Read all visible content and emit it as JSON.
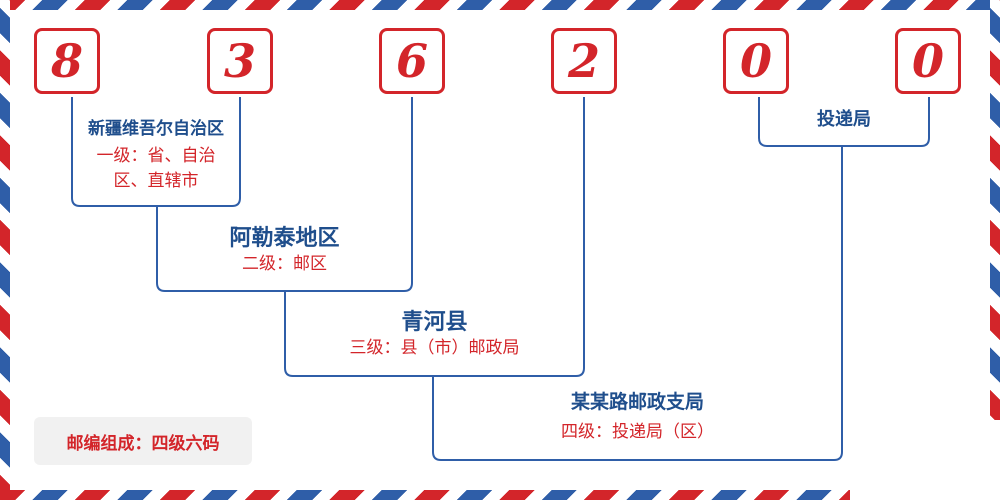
{
  "postcode_digits": [
    "8",
    "3",
    "6",
    "2",
    "0",
    "0"
  ],
  "levels": [
    {
      "name": "新疆维吾尔自治区",
      "desc": "一级：省、自治区、直辖市"
    },
    {
      "name": "阿勒泰地区",
      "desc": "二级：邮区"
    },
    {
      "name": "青河县",
      "desc": "三级：县（市）邮政局"
    },
    {
      "name": "某某路邮政支局",
      "desc": "四级：投递局（区）"
    }
  ],
  "delivery_label": "投递局",
  "composition_note": "邮编组成：四级六码",
  "colors": {
    "red": "#d3252a",
    "blue": "#1f4e8c",
    "line": "#2f5ea8"
  }
}
